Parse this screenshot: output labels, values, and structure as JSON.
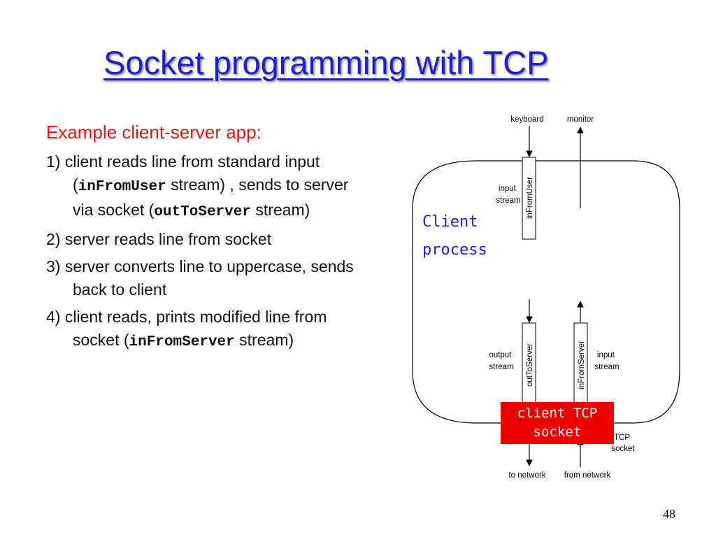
{
  "slide": {
    "title": "Socket programming with TCP",
    "subheading": "Example client-server app:",
    "items": [
      {
        "t1": "1) client reads line from standard input (",
        "c1": "inFromUser",
        "t2": " stream) , sends to server via socket (",
        "c2": "outToServer",
        "t3": " stream)"
      },
      {
        "t1": "2) server reads line from socket"
      },
      {
        "t1": "3) server converts line to uppercase, sends back to client"
      },
      {
        "t1": "4) client reads, prints  modified line from socket (",
        "c1": "inFromServer",
        "t2": " stream)"
      }
    ],
    "page_number": "48"
  },
  "diagram": {
    "keyboard": "keyboard",
    "monitor": "monitor",
    "client_process": [
      "Client",
      "process"
    ],
    "in_from_user": "inFromUser",
    "out_to_server": "outToServer",
    "in_from_server": "inFromServer",
    "input_stream_label": [
      "input",
      "stream"
    ],
    "output_stream_label": [
      "output",
      "stream"
    ],
    "input_stream_label_2": [
      "input",
      "stream"
    ],
    "client_tcp_socket": [
      "client TCP",
      "socket"
    ],
    "tcp_socket_label": [
      "TCP",
      "socket"
    ],
    "to_network": "to network",
    "from_network": "from network",
    "colors": {
      "title": "#1f1fcc",
      "subheading": "#ee1111",
      "socket_box": "#ee0000"
    }
  }
}
